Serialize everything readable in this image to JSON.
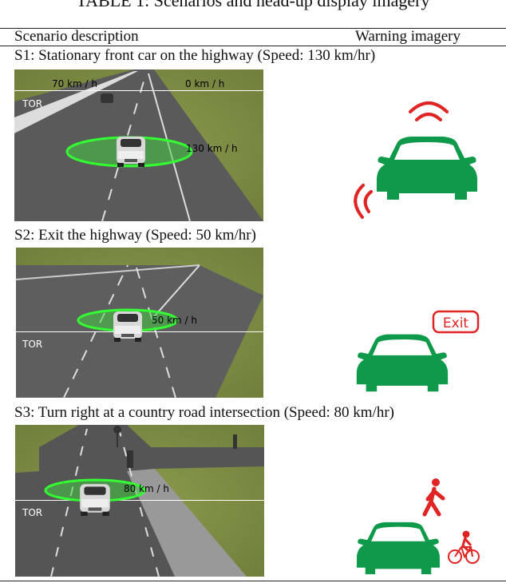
{
  "table": {
    "title": "TABLE 1: Scenarios and head-up display imagery",
    "headers": {
      "description": "Scenario description",
      "imagery": "Warning imagery"
    },
    "scenarios": [
      {
        "label": "S1: Stationary front car on the highway (Speed: 130 km/hr)",
        "overlays": {
          "speed_left": "70 km / h",
          "speed_front": "0 km / h",
          "speed_ego": "130 km / h",
          "tor": "TOR"
        },
        "warning_icons": [
          "car-icon",
          "front-proximity-arcs-icon",
          "rear-left-proximity-arcs-icon"
        ]
      },
      {
        "label": "S2: Exit the highway (Speed: 50 km/hr)",
        "overlays": {
          "speed_ego": "50 km / h",
          "tor": "TOR"
        },
        "warning_icons": [
          "car-icon",
          "exit-sign-icon"
        ],
        "exit_text": "Exit"
      },
      {
        "label": "S3: Turn right at a country road intersection (Speed: 80 km/hr)",
        "overlays": {
          "speed_ego": "80 km / h",
          "tor": "TOR"
        },
        "warning_icons": [
          "car-icon",
          "pedestrian-icon",
          "bicycle-icon"
        ]
      }
    ]
  },
  "colors": {
    "car_green": "#0e9a4a",
    "warning_red": "#e02424",
    "halo_green": "#33ff33"
  }
}
